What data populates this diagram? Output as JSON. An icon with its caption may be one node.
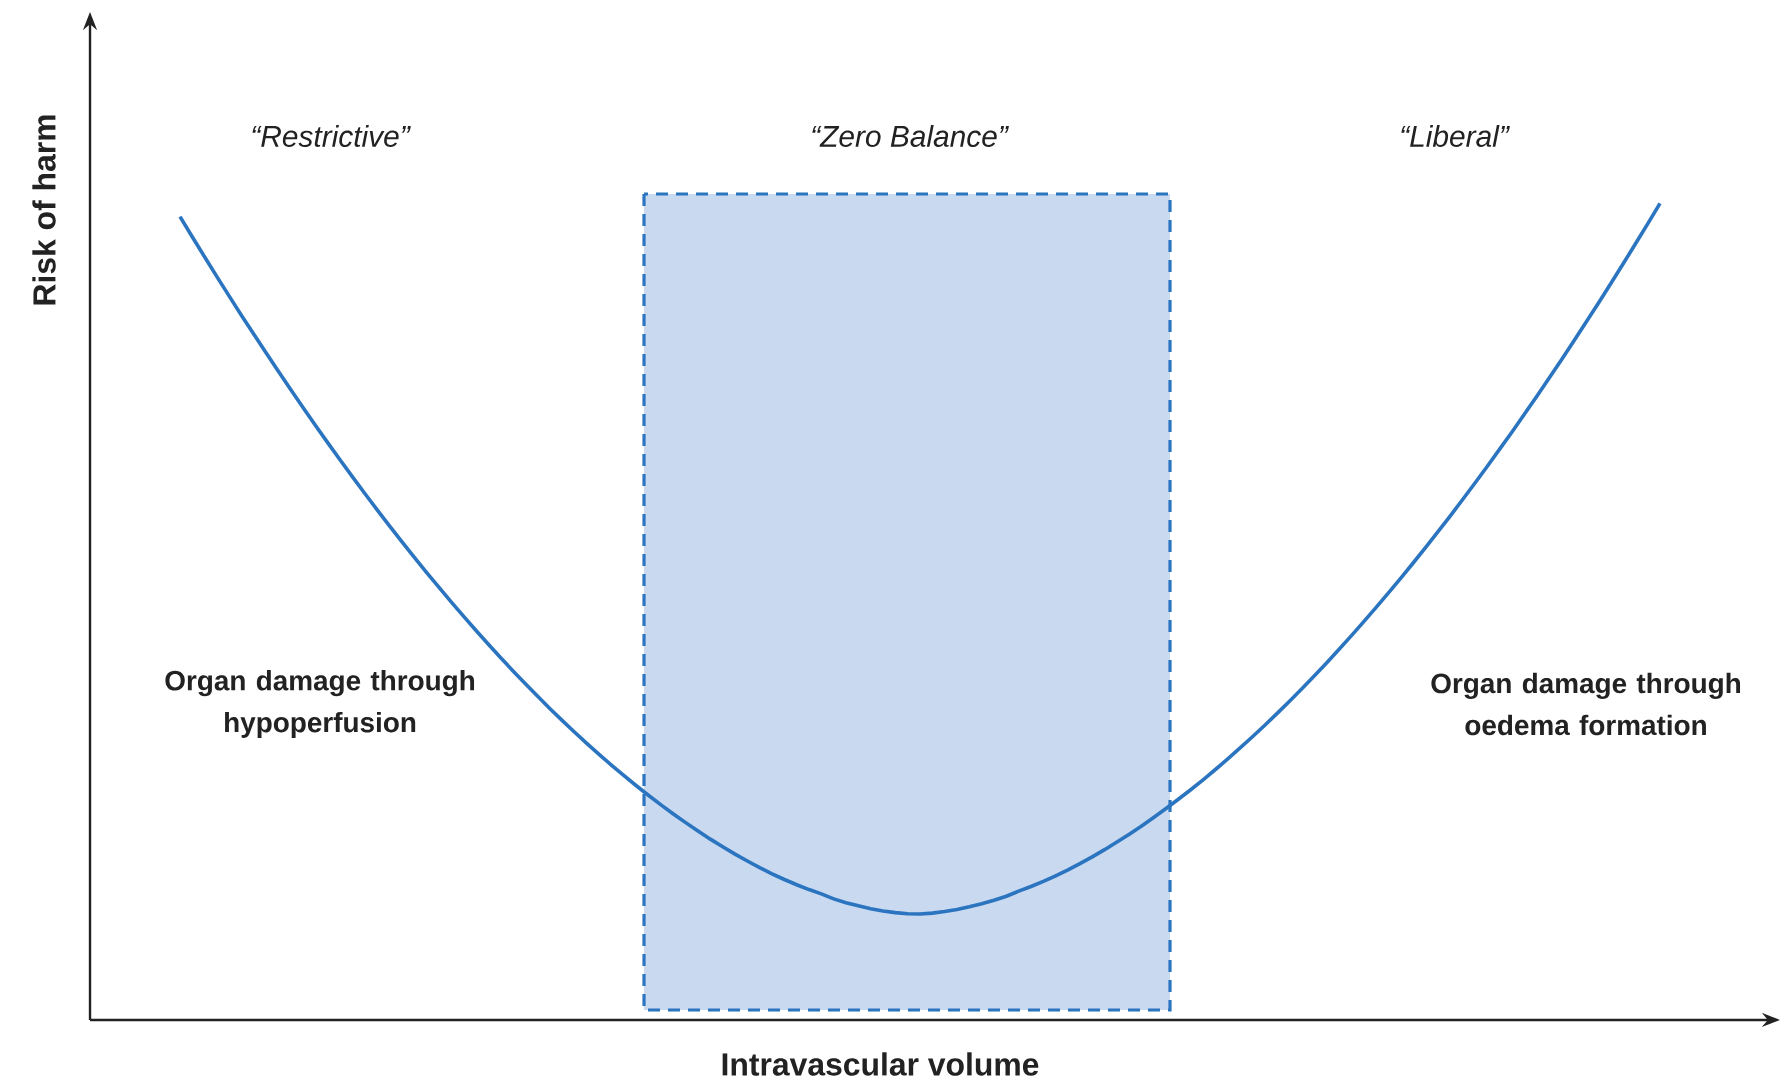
{
  "diagram": {
    "nodes": [
      {
        "text": [
          "“Zero Balance”"
        ]
      }
    ],
    "labels": [
      "Risk of harm",
      "“Restrictive”",
      "“Liberal”",
      "Organ damage through hypoperfusion",
      "Organ damage through oedema formation",
      "Intravascular volume"
    ]
  }
}
